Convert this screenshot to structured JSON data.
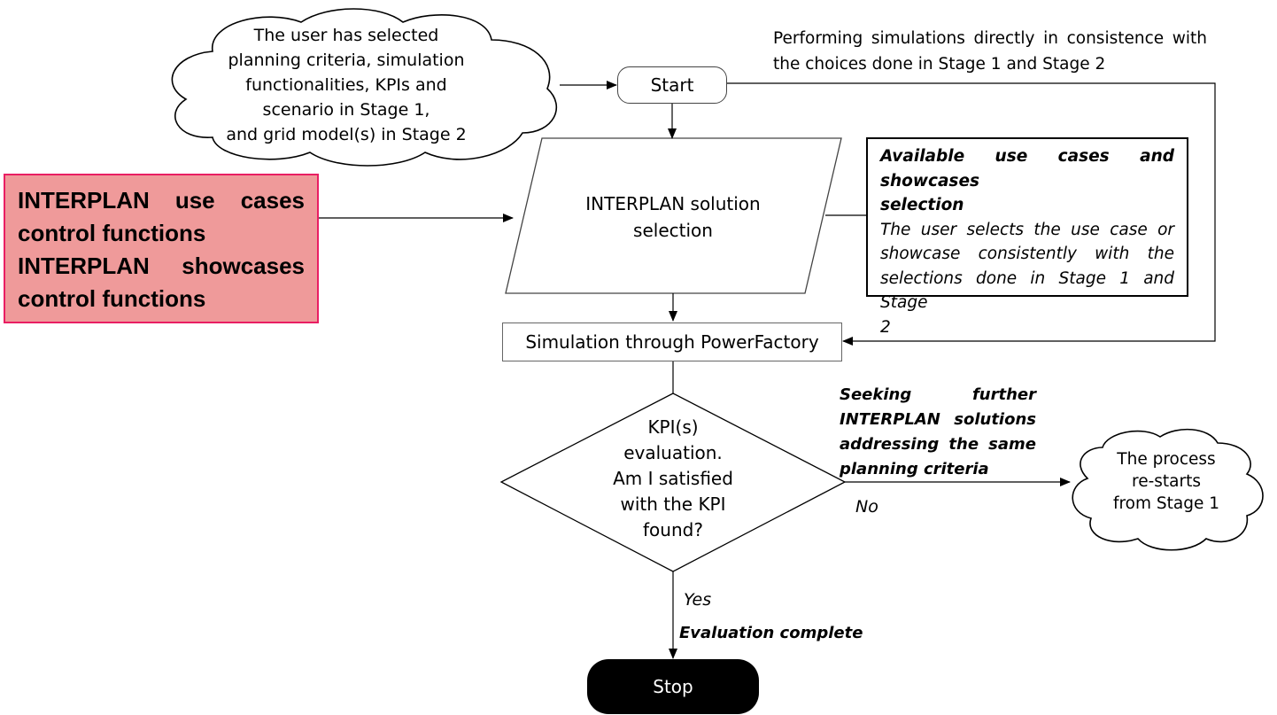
{
  "cloud_top": {
    "lines": [
      "The user has selected",
      "planning criteria, simulation",
      "functionalities, KPIs and",
      "scenario in Stage 1,",
      "and grid model(s) in Stage 2"
    ]
  },
  "top_note": {
    "lines": [
      "Performing  simulations directly in consistence with",
      "the choices done in Stage 1 and Stage 2"
    ]
  },
  "start_label": "Start",
  "solution_selection": {
    "lines": [
      "INTERPLAN solution",
      "selection"
    ]
  },
  "control_functions": {
    "lines": [
      "INTERPLAN use cases",
      "control functions",
      "INTERPLAN showcases",
      "control functions"
    ]
  },
  "available_box": {
    "title_lines": [
      "Available use cases and showcases",
      "selection"
    ],
    "body_lines": [
      "The user selects the use case or",
      "showcase consistently with the",
      "selections done in Stage 1 and Stage",
      "2"
    ]
  },
  "simulation_label": "Simulation through PowerFactory",
  "decision": {
    "lines": [
      "KPI(s)",
      "evaluation.",
      "Am I satisfied",
      "with the KPI",
      "found?"
    ]
  },
  "seeking_note": {
    "lines": [
      "Seeking further",
      "INTERPLAN solutions",
      "addressing the same",
      "planning criteria"
    ]
  },
  "no_label": "No",
  "cloud_restart": {
    "lines": [
      "The process",
      "re-starts",
      "from Stage 1"
    ]
  },
  "yes_label": "Yes",
  "evaluation_complete": "Evaluation complete",
  "stop_label": "Stop",
  "colors": {
    "control_fill": "#ef9a9a",
    "control_border": "#e91e63",
    "stop_fill": "#000000"
  }
}
